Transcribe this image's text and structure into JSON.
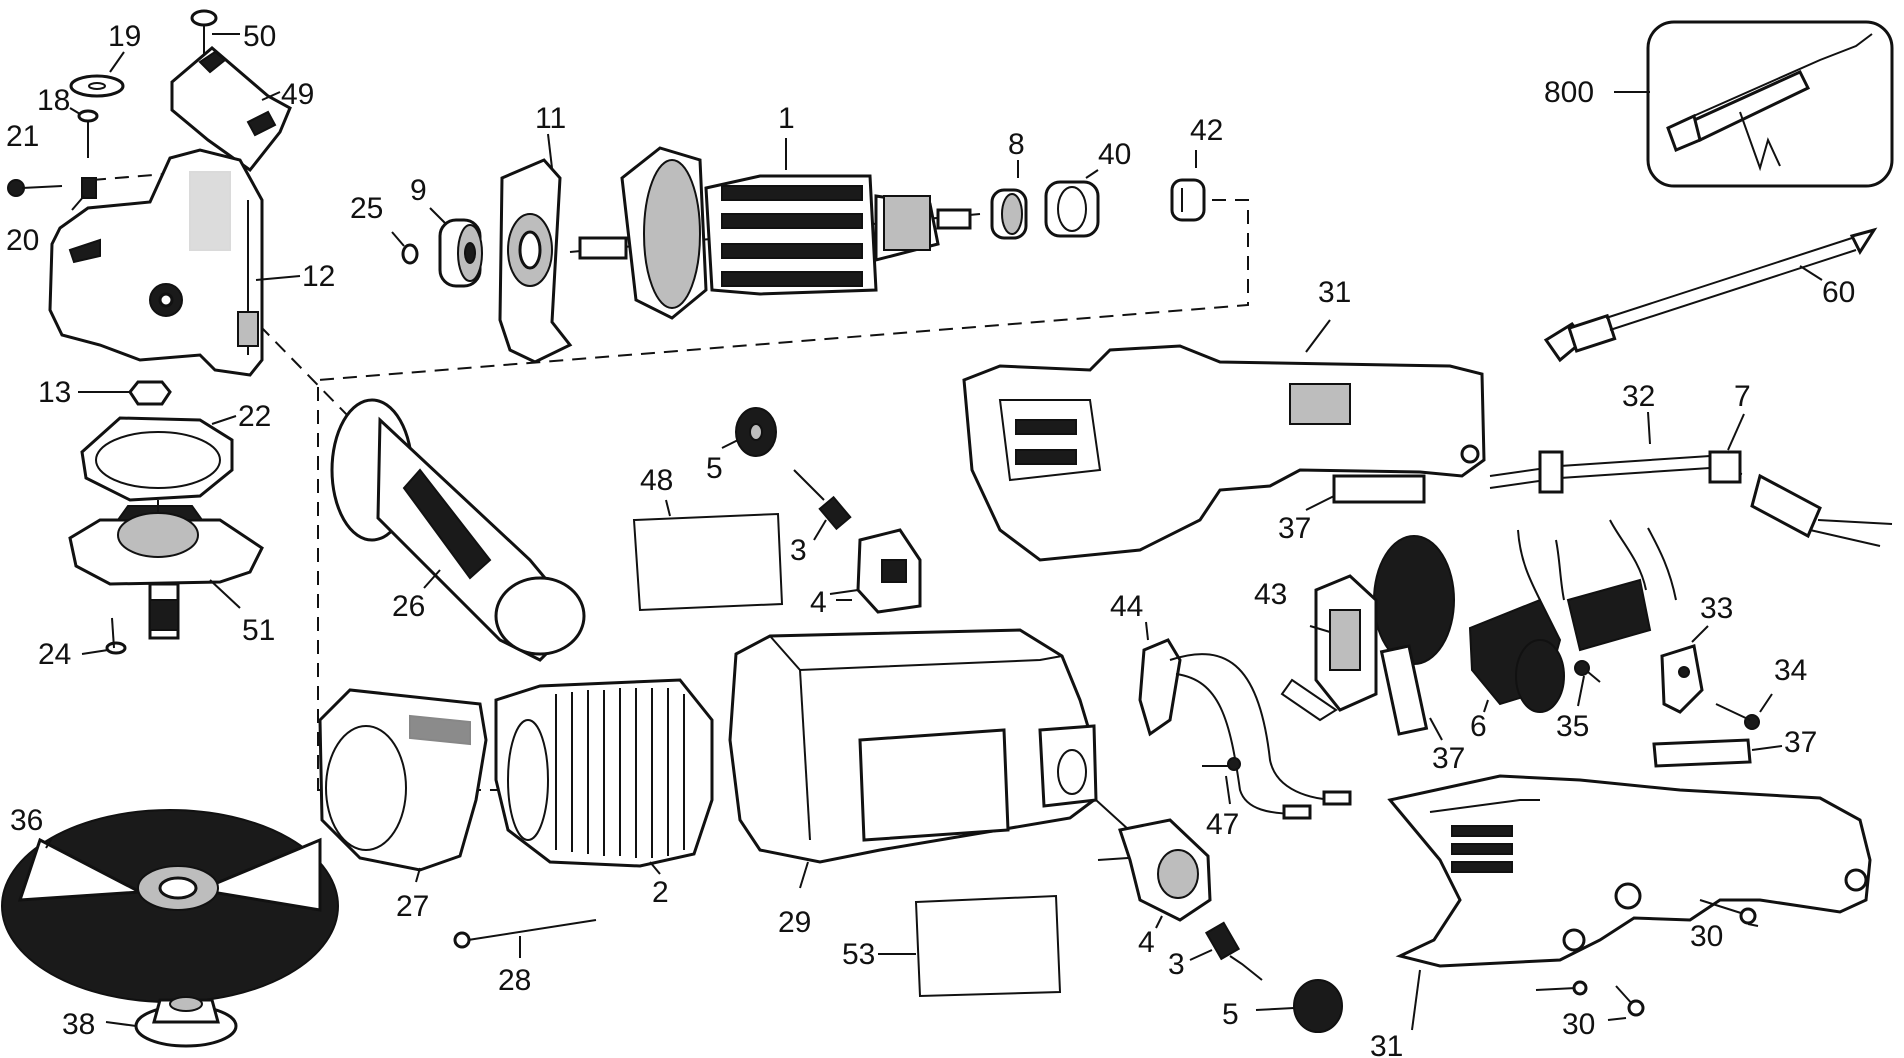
{
  "callouts": {
    "c19": "19",
    "c50": "50",
    "c18": "18",
    "c49": "49",
    "c21": "21",
    "c20": "20",
    "c12": "12",
    "c13": "13",
    "c22": "22",
    "c51": "51",
    "c24": "24",
    "c25": "25",
    "c9": "9",
    "c11": "11",
    "c1": "1",
    "c8": "8",
    "c40": "40",
    "c42": "42",
    "c800": "800",
    "c60": "60",
    "c31a": "31",
    "c32": "32",
    "c7": "7",
    "c5a": "5",
    "c3a": "3",
    "c48": "48",
    "c4a": "4",
    "c26": "26",
    "c37a": "37",
    "c43": "43",
    "c44": "44",
    "c37b": "37",
    "c6": "6",
    "c35": "35",
    "c33": "33",
    "c34": "34",
    "c37c": "37",
    "c36": "36",
    "c27": "27",
    "c2": "2",
    "c29": "29",
    "c47": "47",
    "c28": "28",
    "c4b": "4",
    "c53": "53",
    "c3b": "3",
    "c30a": "30",
    "c5b": "5",
    "c38": "38",
    "c31b": "31",
    "c30b": "30"
  }
}
